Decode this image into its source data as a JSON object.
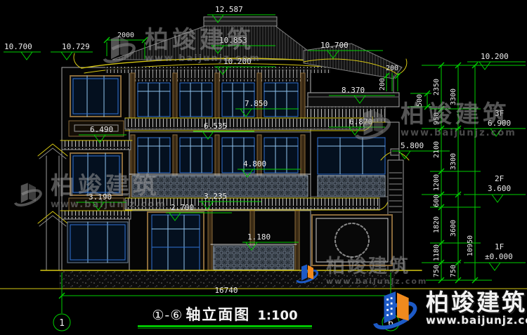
{
  "title": {
    "axes": "①-⑥",
    "name": "轴立面图",
    "scale": "1:100"
  },
  "brand": {
    "name": "柏竣建筑",
    "url": "www.baijunjz.com"
  },
  "levels": {
    "ridge": "12.587",
    "upper_eave": "10.853",
    "main_eave": "10.200",
    "left_tip_outer": "10.700",
    "left_tip_inner": "10.729",
    "right_tip": "10.700",
    "right_eave": "10.200",
    "wing_parapet": "8.370",
    "f3_window": "7.850",
    "wing_eave": "6.870",
    "f3_band": "6.535",
    "tower_upper": "6.490",
    "right_balcony": "5.800",
    "f2_window": "4.800",
    "f2_band": "3.235",
    "tower_lower": "3.190",
    "f1_band": "2.700",
    "porch_rail": "1.180"
  },
  "floors": {
    "f3": {
      "label": "3F",
      "value": "6.900"
    },
    "f2": {
      "label": "2F",
      "value": "3.600"
    },
    "f1": {
      "label": "1F",
      "value": "±0.000"
    }
  },
  "dims": {
    "top_width": "2000",
    "step_a": "200",
    "step_b": "200",
    "parapet_h": "500",
    "chain_inner": [
      "2350",
      "950",
      "2100",
      "1200",
      "600",
      "1820",
      "1180",
      "750"
    ],
    "chain_mid": [
      "3300",
      "3300",
      "3600",
      "750"
    ],
    "chain_total": "10950",
    "total_width": "16740"
  },
  "axes": {
    "a1": "1",
    "a6": "6"
  }
}
